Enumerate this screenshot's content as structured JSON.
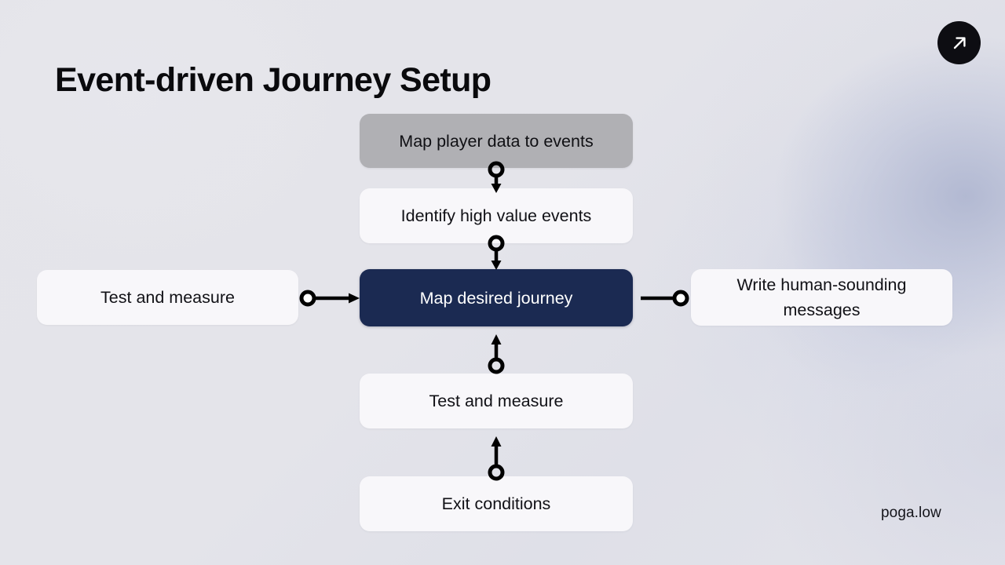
{
  "page": {
    "title": "Event-driven Journey Setup",
    "watermark": "poga.low",
    "background_color": "#e5e5ea",
    "accent_color": "#1b2a52",
    "muted_color": "#b0b0b4",
    "card_color": "#f8f7fa"
  },
  "badge": {
    "icon": "arrow-up-right-icon",
    "background_color": "#0d0d12",
    "icon_color": "#ffffff"
  },
  "diagram": {
    "type": "flow-diagram",
    "center_node": {
      "id": "map-desired-journey",
      "label": "Map desired journey",
      "style": "accent"
    },
    "nodes": [
      {
        "id": "map-player-data",
        "label": "Map player data to events",
        "style": "muted",
        "position": "top-outer"
      },
      {
        "id": "identify-high-value-events",
        "label": "Identify high value events",
        "style": "plain",
        "position": "top-inner"
      },
      {
        "id": "map-desired-journey",
        "label": "Map desired journey",
        "style": "accent",
        "position": "center"
      },
      {
        "id": "test-and-measure-left",
        "label": "Test and measure",
        "style": "plain",
        "position": "left"
      },
      {
        "id": "write-human-sounding-messages",
        "label": "Write human-sounding messages",
        "style": "plain",
        "position": "right"
      },
      {
        "id": "test-and-measure-bottom",
        "label": "Test and measure",
        "style": "plain",
        "position": "bottom-inner"
      },
      {
        "id": "exit-conditions",
        "label": "Exit conditions",
        "style": "plain",
        "position": "bottom-outer"
      }
    ],
    "connectors": [
      {
        "id": "conn-top-1",
        "from": "map-player-data",
        "to": "identify-high-value-events",
        "direction": "down",
        "start_marker": "ring",
        "end_marker": "arrow"
      },
      {
        "id": "conn-top-2",
        "from": "identify-high-value-events",
        "to": "map-desired-journey",
        "direction": "down",
        "start_marker": "ring",
        "end_marker": "arrow"
      },
      {
        "id": "conn-left",
        "from": "test-and-measure-left",
        "to": "map-desired-journey",
        "direction": "right",
        "start_marker": "ring",
        "end_marker": "arrow"
      },
      {
        "id": "conn-right",
        "from": "map-desired-journey",
        "to": "write-human-sounding-messages",
        "direction": "right",
        "start_marker": "line",
        "end_marker": "ring"
      },
      {
        "id": "conn-bottom-1",
        "from": "test-and-measure-bottom",
        "to": "map-desired-journey",
        "direction": "up",
        "start_marker": "ring",
        "end_marker": "arrow"
      },
      {
        "id": "conn-bottom-2",
        "from": "exit-conditions",
        "to": "test-and-measure-bottom",
        "direction": "up",
        "start_marker": "ring",
        "end_marker": "arrow"
      }
    ]
  }
}
